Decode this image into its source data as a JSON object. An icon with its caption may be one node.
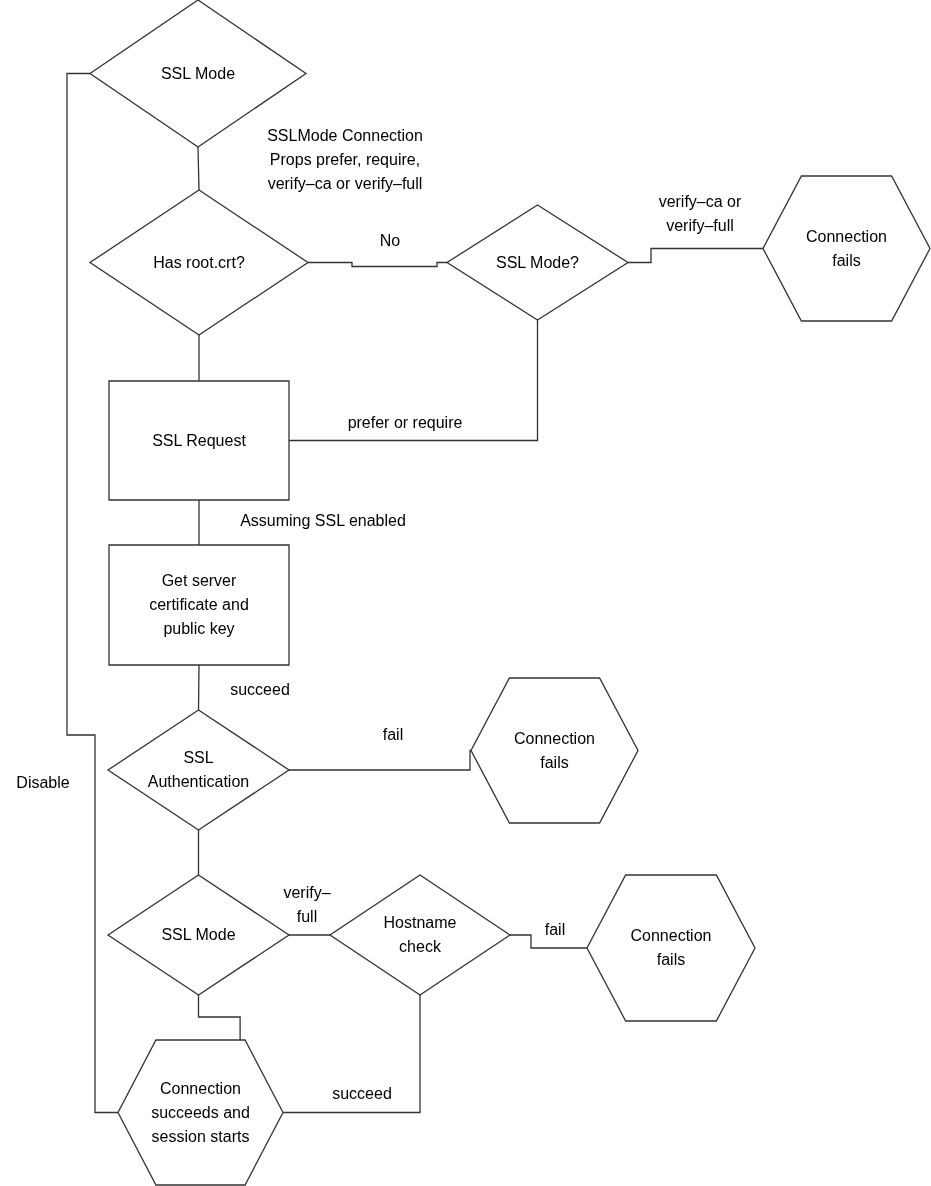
{
  "diagram": {
    "nodes": [
      {
        "text": [
          "SSL Mode"
        ]
      },
      {
        "text": [
          "Has root.crt?"
        ]
      },
      {
        "text": [
          "SSL Mode?"
        ]
      },
      {
        "text": [
          "Connection fails"
        ]
      },
      {
        "text": [
          "SSL Request"
        ]
      },
      {
        "text": [
          "Get server certificate and public key"
        ]
      },
      {
        "text": [
          "SSL Authentication"
        ]
      },
      {
        "text": [
          "Connection fails"
        ]
      },
      {
        "text": [
          "SSL Mode"
        ]
      },
      {
        "text": [
          "Hostname check"
        ]
      },
      {
        "text": [
          "Connection fails"
        ]
      },
      {
        "text": [
          "Connection succeeds and session starts"
        ]
      }
    ],
    "edges": [
      {
        "from": 0,
        "to": 1,
        "arrow": "none",
        "label": "SSLMode Connection Props prefer, require, verify–ca or verify–full"
      },
      {
        "from": 1,
        "to": 2,
        "arrow": "none",
        "label": "No"
      },
      {
        "from": 2,
        "to": 3,
        "arrow": "none",
        "label": "verify–ca or verify–full"
      },
      {
        "from": 2,
        "to": 4,
        "arrow": "none",
        "label": "prefer or require"
      },
      {
        "from": 1,
        "to": 4,
        "arrow": "none"
      },
      {
        "from": 4,
        "to": 5,
        "arrow": "none",
        "label": "Assuming SSL enabled"
      },
      {
        "from": 5,
        "to": 6,
        "arrow": "none",
        "label": "succeed"
      },
      {
        "from": 6,
        "to": 7,
        "arrow": "none",
        "label": "fail"
      },
      {
        "from": 6,
        "to": 8,
        "arrow": "none"
      },
      {
        "from": 8,
        "to": 9,
        "arrow": "none",
        "label": "verify–full"
      },
      {
        "from": 9,
        "to": 10,
        "arrow": "none",
        "label": "fail"
      },
      {
        "from": 8,
        "to": 11,
        "arrow": "none"
      },
      {
        "from": 9,
        "to": 11,
        "arrow": "none",
        "label": "succeed"
      },
      {
        "from": 0,
        "to": 11,
        "arrow": "none",
        "label": "Disable"
      }
    ]
  }
}
